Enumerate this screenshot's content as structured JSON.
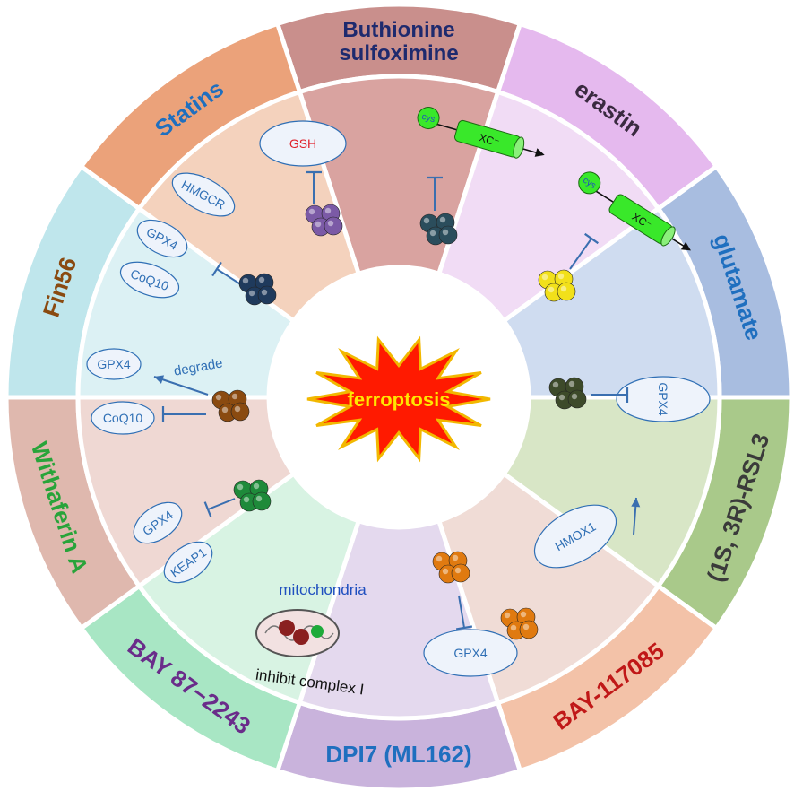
{
  "center": {
    "label": "ferroptosis",
    "fill": "#ff1a00",
    "stroke": "#f2b800",
    "text_color": "#ffe600"
  },
  "segments": [
    {
      "drug": "Buthionine sulfoximine",
      "drug_lines": [
        "Buthionine",
        "sulfoximine"
      ],
      "drug_color": "#1e2a6e",
      "outer_fill": "#c98f8c",
      "inner_fill": "#d9a3a0",
      "targets": [
        "GSH"
      ],
      "action": "inhibit",
      "molecule_color": "#7b5aa6"
    },
    {
      "drug": "erastin",
      "drug_lines": [
        "erastin"
      ],
      "drug_color": "#3a2a40",
      "outer_fill": "#e5b9ee",
      "inner_fill": "#f1dcf5",
      "targets": [
        "cys",
        "XC⁻"
      ],
      "action": "inhibit",
      "molecule_color": "#2b4d5c"
    },
    {
      "drug": "glutamate",
      "drug_lines": [
        "glutamate"
      ],
      "drug_color": "#1f6fbf",
      "outer_fill": "#a8bde0",
      "inner_fill": "#cfdcf0",
      "targets": [
        "cys",
        "XC⁻"
      ],
      "action": "inhibit",
      "molecule_color": "#f2e01a"
    },
    {
      "drug": "(1S, 3R)-RSL3",
      "drug_lines": [
        "(1S, 3R)-RSL3"
      ],
      "drug_color": "#3a3a3a",
      "outer_fill": "#a9c98a",
      "inner_fill": "#d8e6c6",
      "targets": [
        "GPX4"
      ],
      "action": "inhibit",
      "molecule_color": "#3d4a2a"
    },
    {
      "drug": "BAY-117085",
      "drug_lines": [
        "BAY-117085"
      ],
      "drug_color": "#c01818",
      "outer_fill": "#f3c2a8",
      "inner_fill": "#f0dcd6",
      "targets": [
        "HMOX1"
      ],
      "action": "activate",
      "molecule_color": ""
    },
    {
      "drug": "DPI7 (ML162)",
      "drug_lines": [
        "DPI7 (ML162)"
      ],
      "drug_color": "#1f6fbf",
      "outer_fill": "#c9b3dc",
      "inner_fill": "#e4d9ee",
      "targets": [
        "GPX4"
      ],
      "action": "inhibit",
      "molecule_color": "#e07a10"
    },
    {
      "drug": "BAY 87−2243",
      "drug_lines": [
        "BAY 87−2243"
      ],
      "drug_color": "#6a2c8a",
      "outer_fill": "#a8e6c4",
      "inner_fill": "#d8f3e3",
      "targets": [
        "mitochondria",
        "inhibit complex I"
      ],
      "action": "inhibit",
      "molecule_color": "#8a2020"
    },
    {
      "drug": "Withaferin A",
      "drug_lines": [
        "Withaferin A"
      ],
      "drug_color": "#28a43a",
      "outer_fill": "#dfb8ae",
      "inner_fill": "#efd8d3",
      "targets": [
        "GPX4",
        "KEAP1"
      ],
      "action": "inhibit",
      "molecule_color": "#1e8a3a"
    },
    {
      "drug": "Fin56",
      "drug_lines": [
        "Fin56"
      ],
      "drug_color": "#8a4a10",
      "outer_fill": "#bfe6ec",
      "inner_fill": "#dcf1f4",
      "targets": [
        "GPX4",
        "degrade",
        "CoQ10"
      ],
      "action": "degrade",
      "molecule_color": "#8a4a10"
    },
    {
      "drug": "Statins",
      "drug_lines": [
        "Statins"
      ],
      "drug_color": "#1f6fbf",
      "outer_fill": "#eba27a",
      "inner_fill": "#f4d2bd",
      "targets": [
        "HMGCR",
        "GPX4",
        "CoQ10"
      ],
      "action": "inhibit",
      "molecule_color": "#1f3a5c"
    }
  ]
}
